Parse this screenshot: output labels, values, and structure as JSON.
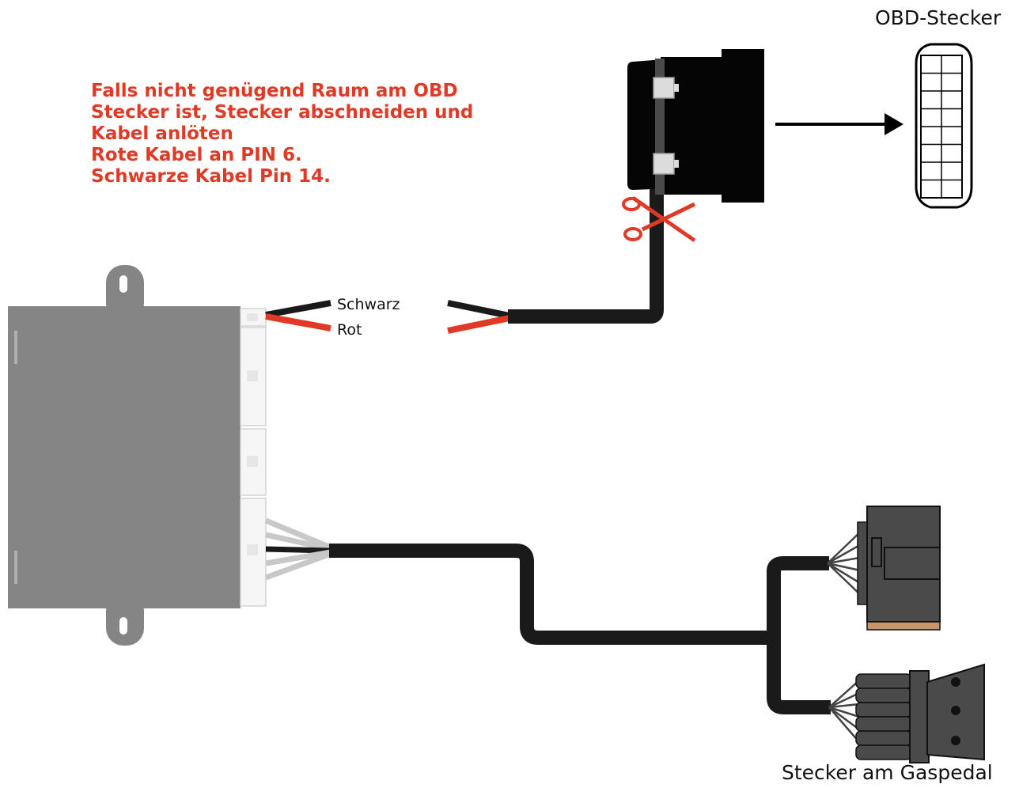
{
  "note": {
    "lines": [
      "Falls nicht genügend Raum am OBD",
      "Stecker ist, Stecker abschneiden und",
      "Kabel anlöten",
      "Rote Kabel an PIN 6.",
      "Schwarze Kabel Pin 14."
    ]
  },
  "labels": {
    "obd_connector": "OBD-Stecker",
    "wire_black": "Schwarz",
    "wire_red": "Rot",
    "pedal_connector": "Stecker am Gaspedal"
  },
  "colors": {
    "note_text": "#e03a26",
    "wire_red": "#e03a26",
    "cable": "#1a1a1a",
    "module_body": "#858585",
    "scissors": "#e03a26"
  }
}
